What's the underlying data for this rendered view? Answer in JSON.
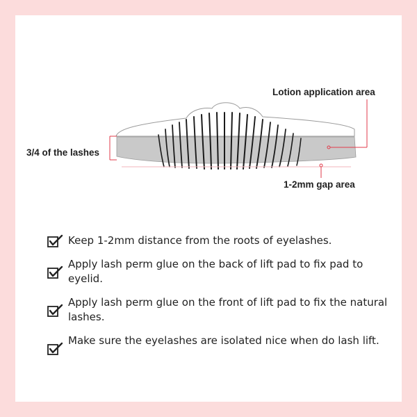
{
  "diagram": {
    "labels": {
      "lotion_area": "Lotion application area",
      "lash_coverage": "3/4 of the lashes",
      "gap_area": "1-2mm gap area"
    },
    "colors": {
      "pad_fill": "#c9c9c9",
      "guide_line": "#e23a4a",
      "lash": "#1a1a1a",
      "background": "#fcdcdc"
    }
  },
  "tips": [
    {
      "icon": "checkbox-checked-icon",
      "text": "Keep 1-2mm distance from the roots of eyelashes."
    },
    {
      "icon": "checkbox-checked-icon",
      "text": "Apply lash perm glue on the back of lift pad to fix pad to eyelid."
    },
    {
      "icon": "checkbox-checked-icon",
      "text": "Apply lash perm glue on the front of lift pad to fix the natural lashes."
    },
    {
      "icon": "checkbox-checked-icon",
      "text": "Make sure the eyelashes are isolated nice when do lash lift."
    }
  ]
}
